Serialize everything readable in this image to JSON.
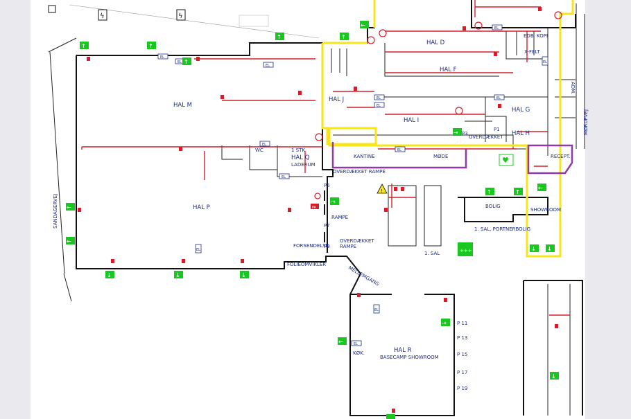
{
  "colors": {
    "wall": "#111111",
    "sprinkler": "#d61e2a",
    "zone_yellow": "#f6e51b",
    "zone_purple": "#8f3aa8",
    "exit_sign": "#18c81f",
    "label": "#1a2a8a"
  },
  "roads": {
    "sandagervej": "SANDAGERVEJ",
    "morupvej": "MØRUPVEJ"
  },
  "halls": {
    "hal_m": "HAL M",
    "hal_p": "HAL P",
    "hal_q": "HAL Q",
    "hal_j": "HAL J",
    "hal_i": "HAL I",
    "hal_d": "HAL D",
    "hal_f": "HAL F",
    "hal_g": "HAL G",
    "hal_h": "HAL H",
    "hal_r": "HAL R"
  },
  "rooms": {
    "laderum": "LADERUM",
    "stk": "1 STK",
    "wc": "WC",
    "kantine": "KANTINE",
    "mode": "MØDE",
    "recept": "RECEPT.",
    "showroom": "SHOWROOM",
    "bolig": "BOLIG",
    "portnerbolig": "1. SAL, PORTNERBOLIG",
    "sal": "1. SAL",
    "edb": "EDB",
    "kopi": "KOPI",
    "x_felt": "X-FELT",
    "adm": "ADM.",
    "kok": "KØK.",
    "basecamp": "BASECAMP SHOWROOM",
    "forsendelse": "FORSENDELSE",
    "foliemvikler": "FOLIEOMVIKLER",
    "mellemgang": "MELLEMGANG",
    "rampe": "RAMPE",
    "overdaekket": "OVERDÆKKET",
    "overdaekket_rampe": "OVERDÆKKET RAMPE",
    "overdaekket_rampe_top": "OVERDÆKKET",
    "overdaekket_rampe_bottom": "RAMPE",
    "rampe_p7": "RAMPE",
    "p1": "P1",
    "p3": "P3",
    "p5": "P5",
    "p7": "P7",
    "p9": "P9",
    "p11": "P 11",
    "p13": "P 13",
    "p15": "P 15",
    "p17": "P 17",
    "p19": "P 19",
    "hal_r_label": "HAL R",
    "pk": "PK",
    "el": "EL"
  },
  "icons": {
    "exit_sign": "emergency-exit-icon",
    "first_aid": "first-aid-icon",
    "defibrillator": "heart-defibrillator-icon",
    "warning": "warning-triangle-icon",
    "electric": "electrical-hazard-icon",
    "fire_extinguisher": "fire-extinguisher-icon"
  }
}
